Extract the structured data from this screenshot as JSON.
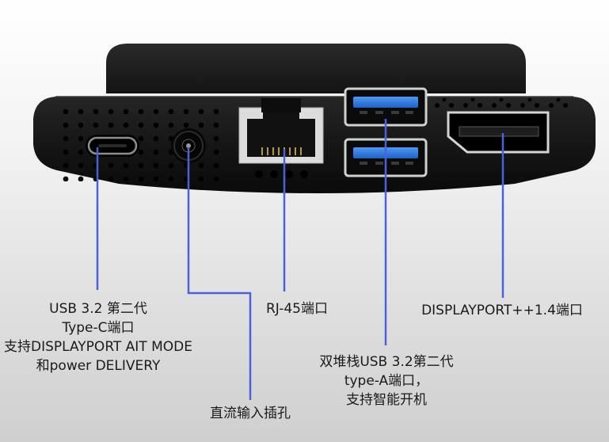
{
  "colors": {
    "device_body": "#161616",
    "device_face": "#0c0c0c",
    "usb_blue": "#2f7be0",
    "leader_line": "#4a62d8",
    "label_text": "#1a1a1a"
  },
  "ports": [
    {
      "id": "usb-c",
      "icon": "usb-c-port-icon"
    },
    {
      "id": "dc-in",
      "icon": "dc-jack-icon"
    },
    {
      "id": "rj45",
      "icon": "ethernet-port-icon"
    },
    {
      "id": "usb-a",
      "icon": "usb-a-port-icon"
    },
    {
      "id": "displayport",
      "icon": "displayport-icon"
    }
  ],
  "labels": {
    "typec": {
      "line1": "USB 3.2 第二代",
      "line2": "Type-C端口",
      "line3": "支持DISPLAYPORT AIT MODE",
      "line4": "和power DELIVERY"
    },
    "dc": {
      "line1": "直流输入插孔"
    },
    "rj45": {
      "line1": "RJ-45端口"
    },
    "usba": {
      "line1": "双堆栈USB 3.2第二代",
      "line2": "type-A端口，",
      "line3": "支持智能开机"
    },
    "dp": {
      "line1": "DISPLAYPORT++1.4端口"
    }
  }
}
